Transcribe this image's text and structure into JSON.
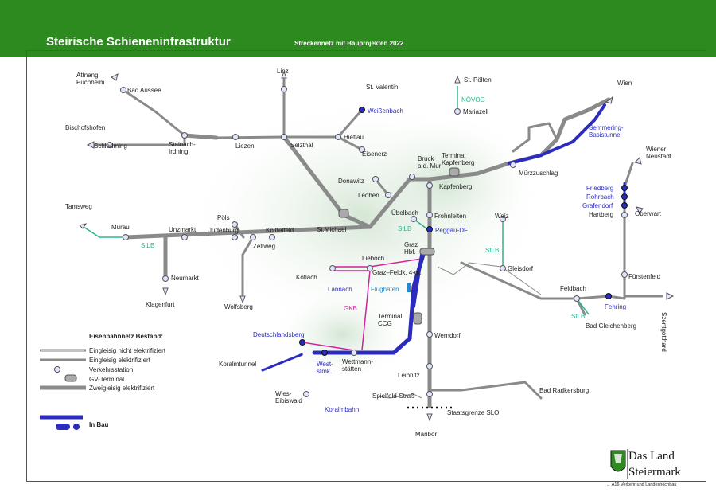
{
  "header": {
    "title": "Steirische Schieneninfrastruktur",
    "subtitle": "Streckennetz mit Bauprojekten 2022"
  },
  "colors": {
    "header_green": "#2d8a1f",
    "track_grey": "#8a8a8a",
    "construction_blue": "#2b2bbf",
    "stlb_teal": "#2bb58d",
    "gkb_magenta": "#d4209c",
    "airport_blue": "#1f8ad1"
  },
  "places": {
    "attnang": "Attnang\nPuchheim",
    "bad_aussee": "Bad Aussee",
    "linz": "Linz",
    "st_valentin": "St. Valentin",
    "weissenbach": "Weißenbach",
    "st_poelten": "St. Pölten",
    "noevog": "NÖVOG",
    "mariazell": "Mariazell",
    "wien": "Wien",
    "bischofshofen": "Bischofshofen",
    "schladming": "Schladming",
    "stainach": "Stainach-\nIrdning",
    "liezen": "Liezen",
    "selzthal": "Selzthal",
    "hieflau": "Hieflau",
    "eisenerz": "Eisenerz",
    "semmering": "Semmering-\nBasistunnel",
    "bruck": "Bruck\na.d. Mur",
    "terminal_kapfenberg": "Terminal\nKapfenberg",
    "muerzzuschlag": "Mürzzuschlag",
    "wiener_neustadt": "Wiener\nNeustadt",
    "donawitz": "Donawitz",
    "kapfenberg": "Kapfenberg",
    "friedberg": "Friedberg",
    "rohrbach": "Rohrbach",
    "grafendorf": "Grafendorf",
    "hartberg": "Hartberg",
    "oberwart": "Oberwart",
    "leoben": "Leoben",
    "tamsweg": "Tamsweg",
    "poels": "Pöls",
    "uebelbach": "Übelbach",
    "frohnleiten": "Frohnleiten",
    "weiz": "Weiz",
    "murau": "Murau",
    "unzmarkt": "Unzmarkt",
    "judenburg": "Judenburg",
    "knittelfeld": "Knittelfeld",
    "st_michael": "St.Michael",
    "stlb": "StLB",
    "peggau": "Peggau-DF",
    "zeltweg": "Zeltweg",
    "graz_hbf": "Graz\nHbf.",
    "lieboch": "Lieboch",
    "gleisdorf": "Gleisdorf",
    "neumarkt": "Neumarkt",
    "koeflach": "Köflach",
    "graz_feldkirchen": "Graz–Feldk. 4-gl.",
    "fuerstenfeld": "Fürstenfeld",
    "feldbach": "Feldbach",
    "lannach": "Lannach",
    "flughafen": "Flughafen",
    "klagenfurt": "Klagenfurt",
    "wolfsberg": "Wolfsberg",
    "fehring": "Fehring",
    "szentgotthard": "Szentgotthard",
    "gkb": "GKB",
    "terminal_ccg": "Terminal\nCCG",
    "bad_gleichenberg": "Bad Gleichenberg",
    "deutschlandsberg": "Deutschlandsberg",
    "werndorf": "Werndorf",
    "koralmtunnel": "Koralmtunnel",
    "weststmk": "West-\nstmk.",
    "wettmannstaetten": "Wettmann-\nstätten",
    "leibnitz": "Leibnitz",
    "spielfeld": "Spielfeld-Straß",
    "bad_radkersburg": "Bad Radkersburg",
    "wies": "Wies-\nEibiswald",
    "koralmbahn": "Koralmbahn",
    "staatsgrenze": "Staatsgrenze SLO",
    "maribor": "Maribor"
  },
  "legend": {
    "title": "Eisenbahnnetz Bestand:",
    "items": [
      "Eingleisig nicht elektrifiziert",
      "Eingleisig elektrifiziert",
      "Verkehrsstation",
      "GV-Terminal",
      "Zweigleisig elektrifiziert"
    ],
    "in_bau": "In Bau"
  },
  "logo": {
    "line1": "Das Land",
    "line2": "Steiermark",
    "footer": "→ A16 Verkehr und Landeshochbau"
  }
}
